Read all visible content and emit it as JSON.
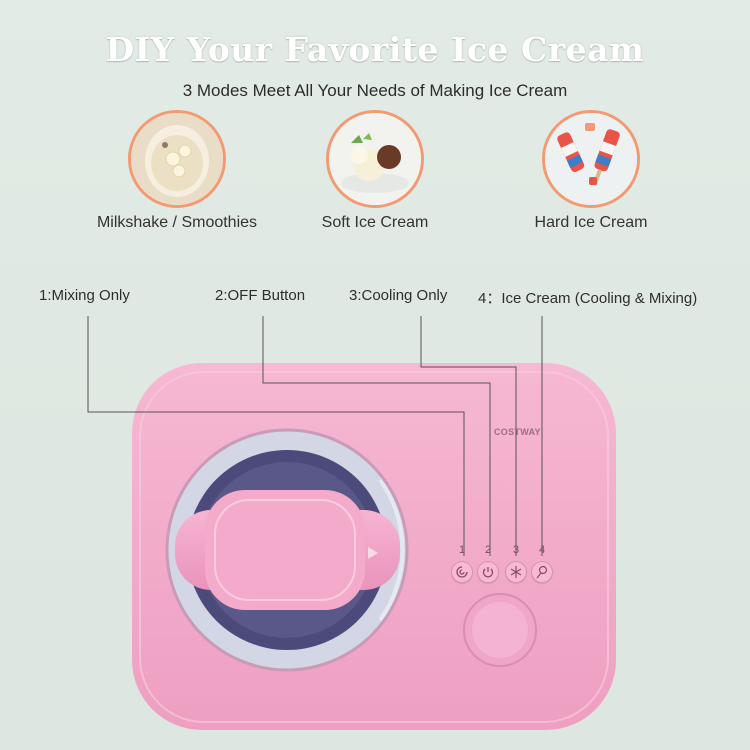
{
  "header": {
    "title": "DIY Your Favorite Ice Cream",
    "subtitle": "3 Modes Meet All Your Needs of Making Ice Cream"
  },
  "modes": [
    {
      "label": "Milkshake / Smoothies",
      "icon": "milkshake-icon"
    },
    {
      "label": "Soft Ice Cream",
      "icon": "soft-ice-cream-icon"
    },
    {
      "label": "Hard Ice Cream",
      "icon": "popsicle-icon"
    }
  ],
  "buttons": [
    {
      "label": "1:Mixing Only",
      "number": "1",
      "icon": "swirl-icon"
    },
    {
      "label": "2:OFF Button",
      "number": "2",
      "icon": "power-icon"
    },
    {
      "label": "3:Cooling Only",
      "number": "3",
      "icon": "snowflake-icon"
    },
    {
      "label": "4：Ice Cream (Cooling & Mixing)",
      "number": "4",
      "icon": "ice-cream-cone-icon"
    }
  ],
  "machine": {
    "brand": "COSTWAY"
  },
  "colors": {
    "background": "#dfe7e2",
    "machine_pink": "#f1a8c9",
    "accent_orange": "#f29a72"
  }
}
